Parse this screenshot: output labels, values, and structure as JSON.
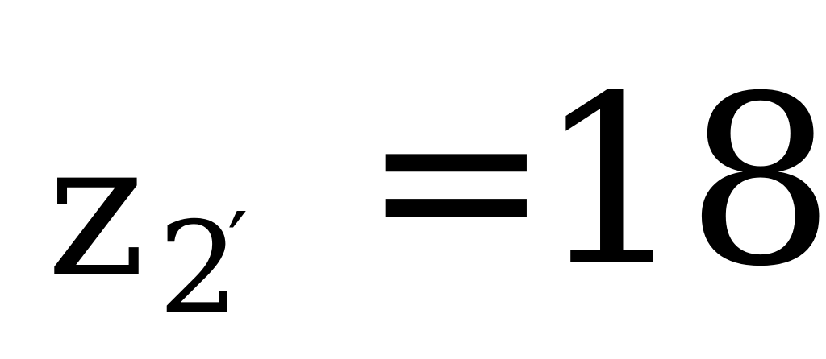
{
  "equation": {
    "variable": "z",
    "subscript": "2",
    "prime": "′",
    "operator": "=",
    "value": "18"
  }
}
